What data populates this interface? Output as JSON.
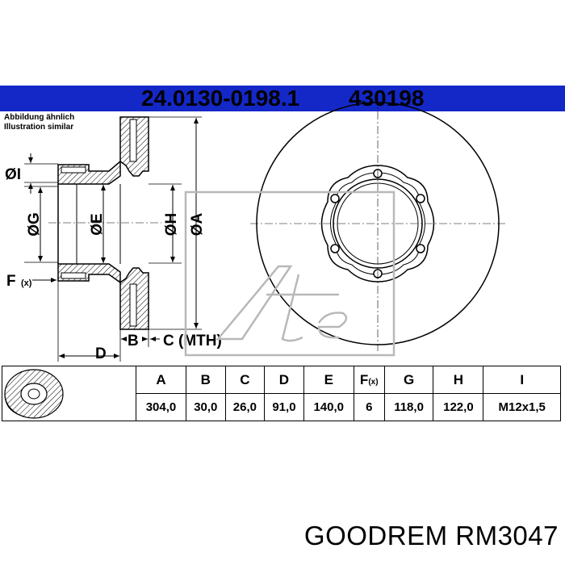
{
  "header": {
    "part_number": "24.0130-0198.1",
    "ref_number": "430198",
    "bar_color": "#1428c8"
  },
  "notes": {
    "line1": "Abbildung ähnlich",
    "line2": "Illustration similar"
  },
  "dimension_labels": {
    "I": "ØI",
    "G": "ØG",
    "E": "ØE",
    "H": "ØH",
    "A": "ØA",
    "F": "F",
    "F_sub": "(x)",
    "D": "D",
    "B": "B",
    "C": "C (MTH)"
  },
  "logo_text": "Ate",
  "spec_table": {
    "headers": [
      "A",
      "B",
      "C",
      "D",
      "E",
      "F",
      "G",
      "H",
      "I"
    ],
    "f_suffix": "(x)",
    "values": [
      "304,0",
      "30,0",
      "26,0",
      "91,0",
      "140,0",
      "6",
      "118,0",
      "122,0",
      "M12x1,5"
    ]
  },
  "footer": {
    "brand": "GOODREM RM3047"
  }
}
